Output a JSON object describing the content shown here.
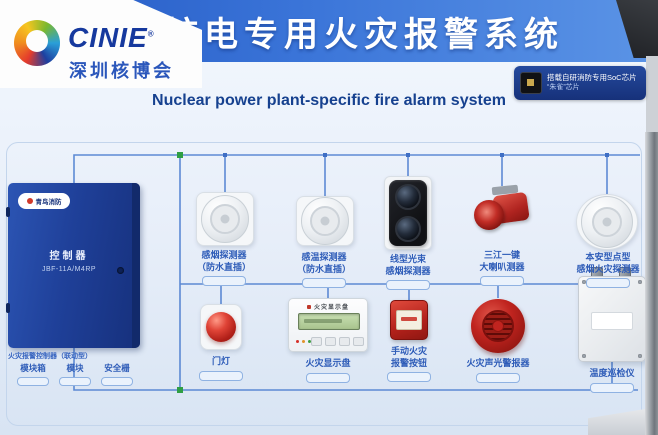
{
  "banner": {
    "title": "核电专用火灾报警系统"
  },
  "logo": {
    "brand": "CINIE",
    "registered": "®",
    "subtitle": "深圳核博会"
  },
  "header": {
    "title_en": "Nuclear power plant-specific fire alarm system",
    "chip_badge": {
      "line1": "搭载自研消防专用SoC芯片",
      "line2": "“朱雀”芯片"
    }
  },
  "cabinet": {
    "brand": "青鸟消防",
    "panel_line1": "控制器",
    "panel_line2": "JBF-11A/M4RP",
    "caption": "火灾报警控制器（联动型）",
    "accessories": [
      {
        "label": "模块箱"
      },
      {
        "label": "模块"
      },
      {
        "label": "安全栅"
      }
    ]
  },
  "devices": {
    "top": [
      {
        "line1": "感烟探测器",
        "line2": "（防水直插）"
      },
      {
        "line1": "感温探测器",
        "line2": "（防水直插）"
      },
      {
        "line1": "线型光束",
        "line2": "感烟探测器"
      },
      {
        "line1": "三江一键",
        "line2": "大喇叭测器"
      },
      {
        "line1": "本安型点型",
        "line2": "感烟火灾探测器"
      }
    ],
    "bottom": [
      {
        "line1": "门灯",
        "line2": ""
      },
      {
        "line1": "火灾显示盘",
        "line2": ""
      },
      {
        "line1": "手动火灾",
        "line2": "报警按钮"
      },
      {
        "line1": "火灾声光警报器",
        "line2": ""
      },
      {
        "line1": "温度巡检仪",
        "line2": ""
      }
    ]
  },
  "display_panel": {
    "screen_label": "火灾显示盘"
  },
  "colors": {
    "banner_blue": "#2357c2",
    "wire_blue": "#4e7fd0",
    "node_green": "#2f9e44",
    "device_red": "#c0241f",
    "label_blue": "#2e5cb8"
  }
}
